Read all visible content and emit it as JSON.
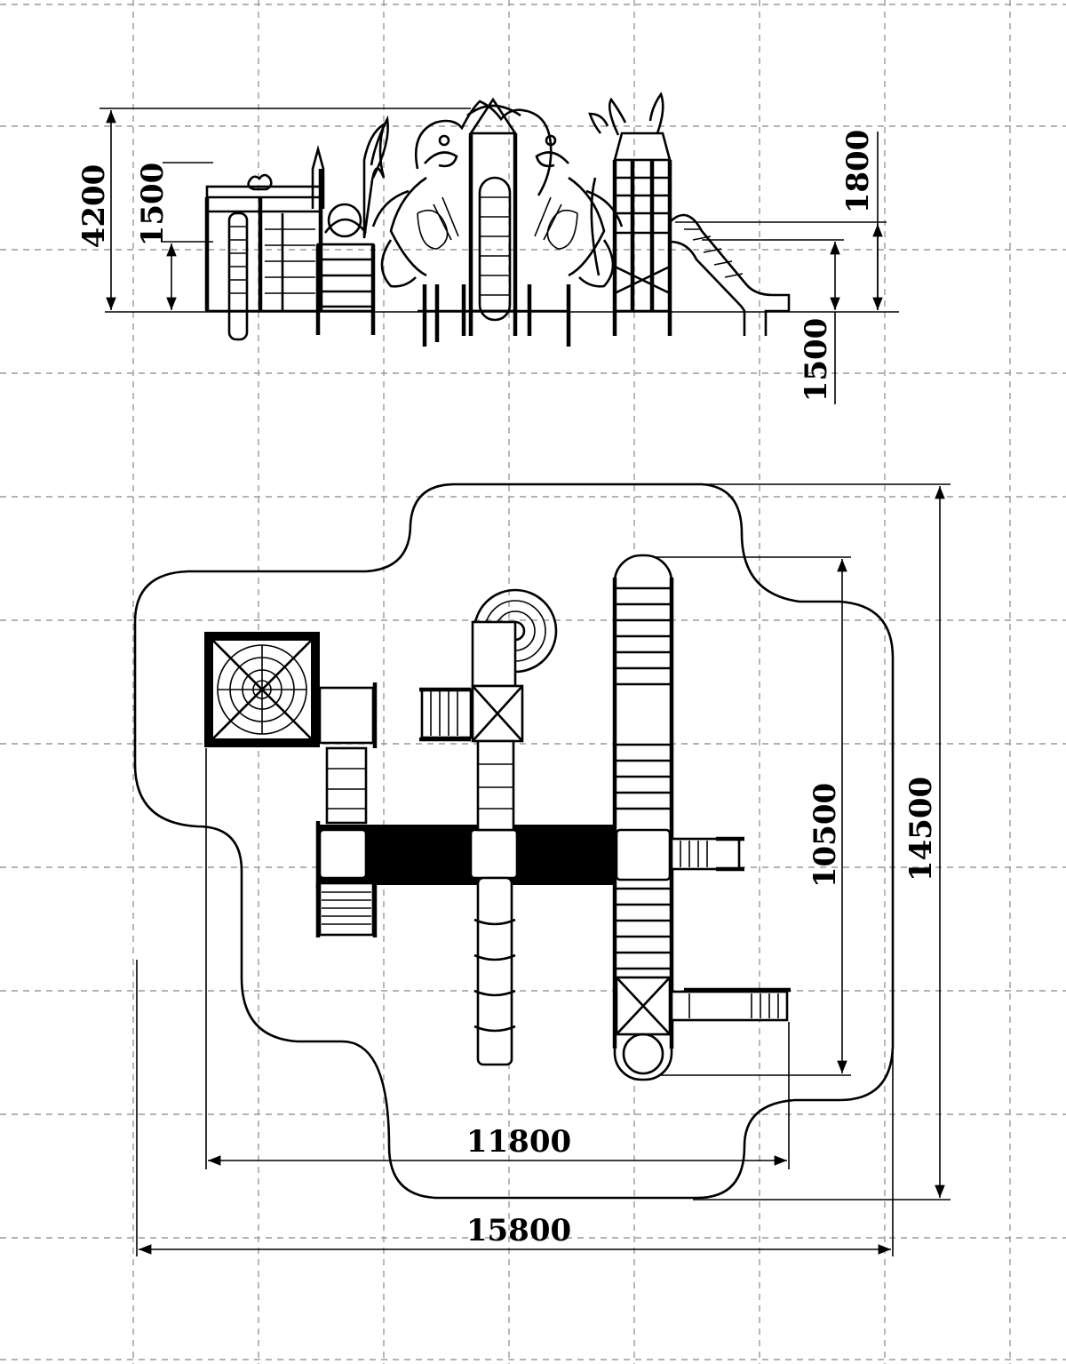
{
  "elevation_view": {
    "dimensions": {
      "overall_height": "4200",
      "left_platform_height": "1500",
      "right_tower_height": "1800",
      "slide_platform_height": "1500"
    }
  },
  "plan_view": {
    "dimensions": {
      "equipment_width": "11800",
      "safety_zone_width": "15800",
      "equipment_depth": "10500",
      "safety_zone_depth": "14500"
    }
  }
}
